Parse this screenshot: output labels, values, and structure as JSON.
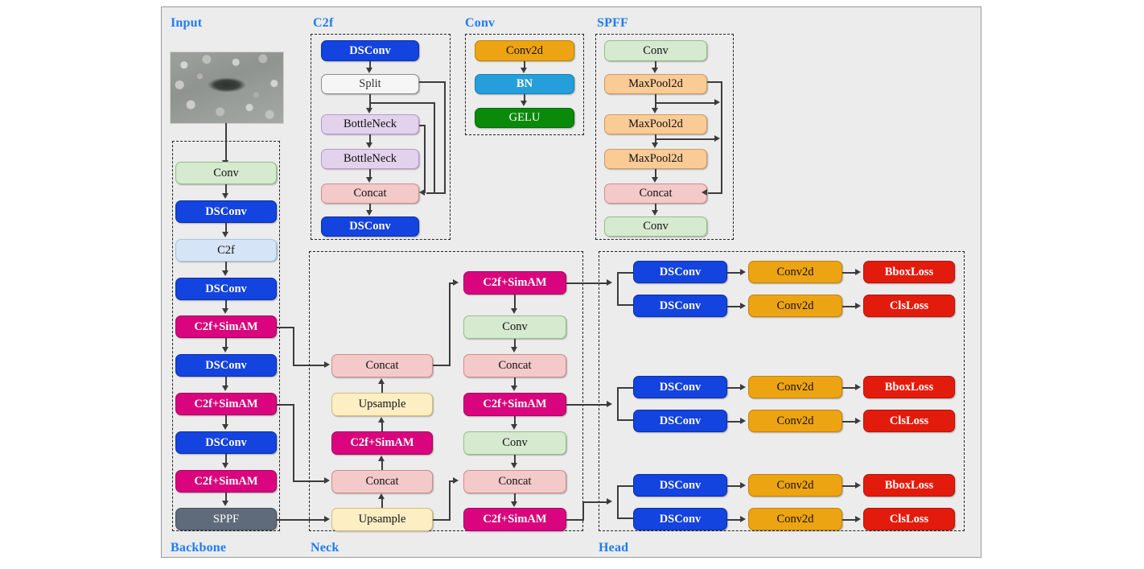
{
  "figure": {
    "title_labels": [
      "Input",
      "C2f",
      "Conv",
      "SPFF",
      "Backbone",
      "Neck",
      "Head"
    ],
    "accent_color": "#1f7cf0",
    "panel_bg": "#ececec"
  },
  "sections": {
    "input": {
      "label": "Input",
      "image_caption": "road pavement pothole photo"
    },
    "c2f": {
      "label": "C2f"
    },
    "conv": {
      "label": "Conv"
    },
    "spff": {
      "label": "SPFF"
    },
    "backbone": {
      "label": "Backbone"
    },
    "neck": {
      "label": "Neck"
    },
    "head": {
      "label": "Head"
    }
  },
  "c2f_module": {
    "nodes": [
      {
        "label": "DSConv",
        "color": "#1344e0"
      },
      {
        "label": "Split",
        "color": "#f6f6f6"
      },
      {
        "label": "BottleNeck",
        "color": "#e2d2ec"
      },
      {
        "label": "BottleNeck",
        "color": "#e2d2ec"
      },
      {
        "label": "Concat",
        "color": "#f4c9c9"
      },
      {
        "label": "DSConv",
        "color": "#1344e0"
      }
    ]
  },
  "conv_module": {
    "nodes": [
      {
        "label": "Conv2d",
        "color": "#eda412"
      },
      {
        "label": "BN",
        "color": "#249fdb"
      },
      {
        "label": "GELU",
        "color": "#0a8a0a"
      }
    ]
  },
  "spff_module": {
    "nodes": [
      {
        "label": "Conv",
        "color": "#d6ead0"
      },
      {
        "label": "MaxPool2d",
        "color": "#fbcb96"
      },
      {
        "label": "MaxPool2d",
        "color": "#fbcb96"
      },
      {
        "label": "MaxPool2d",
        "color": "#fbcb96"
      },
      {
        "label": "Concat",
        "color": "#f4c9c9"
      },
      {
        "label": "Conv",
        "color": "#d6ead0"
      }
    ]
  },
  "backbone": {
    "nodes": [
      {
        "label": "Conv",
        "color": "#d6ead0"
      },
      {
        "label": "DSConv",
        "color": "#1344e0"
      },
      {
        "label": "C2f",
        "color": "#d6e4f7"
      },
      {
        "label": "DSConv",
        "color": "#1344e0"
      },
      {
        "label": "C2f+SimAM",
        "color": "#d9047e"
      },
      {
        "label": "DSConv",
        "color": "#1344e0"
      },
      {
        "label": "C2f+SimAM",
        "color": "#d9047e"
      },
      {
        "label": "DSConv",
        "color": "#1344e0"
      },
      {
        "label": "C2f+SimAM",
        "color": "#d9047e"
      },
      {
        "label": "SPPF",
        "color": "#5f6b7a"
      }
    ]
  },
  "neck": {
    "left_column": [
      {
        "label": "Concat",
        "color": "#f4c9c9"
      },
      {
        "label": "Upsample",
        "color": "#fdeec4"
      },
      {
        "label": "C2f+SimAM",
        "color": "#d9047e"
      },
      {
        "label": "Concat",
        "color": "#f4c9c9"
      },
      {
        "label": "Upsample",
        "color": "#fdeec4"
      }
    ],
    "right_column": [
      {
        "label": "C2f+SimAM",
        "color": "#d9047e"
      },
      {
        "label": "Conv",
        "color": "#d6ead0"
      },
      {
        "label": "Concat",
        "color": "#f4c9c9"
      },
      {
        "label": "C2f+SimAM",
        "color": "#d9047e"
      },
      {
        "label": "Conv",
        "color": "#d6ead0"
      },
      {
        "label": "Concat",
        "color": "#f4c9c9"
      },
      {
        "label": "C2f+SimAM",
        "color": "#d9047e"
      }
    ]
  },
  "head": {
    "branches": [
      {
        "rows": [
          {
            "dsconv": "DSConv",
            "conv2d": "Conv2d",
            "loss": "BboxLoss"
          },
          {
            "dsconv": "DSConv",
            "conv2d": "Conv2d",
            "loss": "ClsLoss"
          }
        ]
      },
      {
        "rows": [
          {
            "dsconv": "DSConv",
            "conv2d": "Conv2d",
            "loss": "BboxLoss"
          },
          {
            "dsconv": "DSConv",
            "conv2d": "Conv2d",
            "loss": "ClsLoss"
          }
        ]
      },
      {
        "rows": [
          {
            "dsconv": "DSConv",
            "conv2d": "Conv2d",
            "loss": "BboxLoss"
          },
          {
            "dsconv": "DSConv",
            "conv2d": "Conv2d",
            "loss": "ClsLoss"
          }
        ]
      }
    ]
  }
}
